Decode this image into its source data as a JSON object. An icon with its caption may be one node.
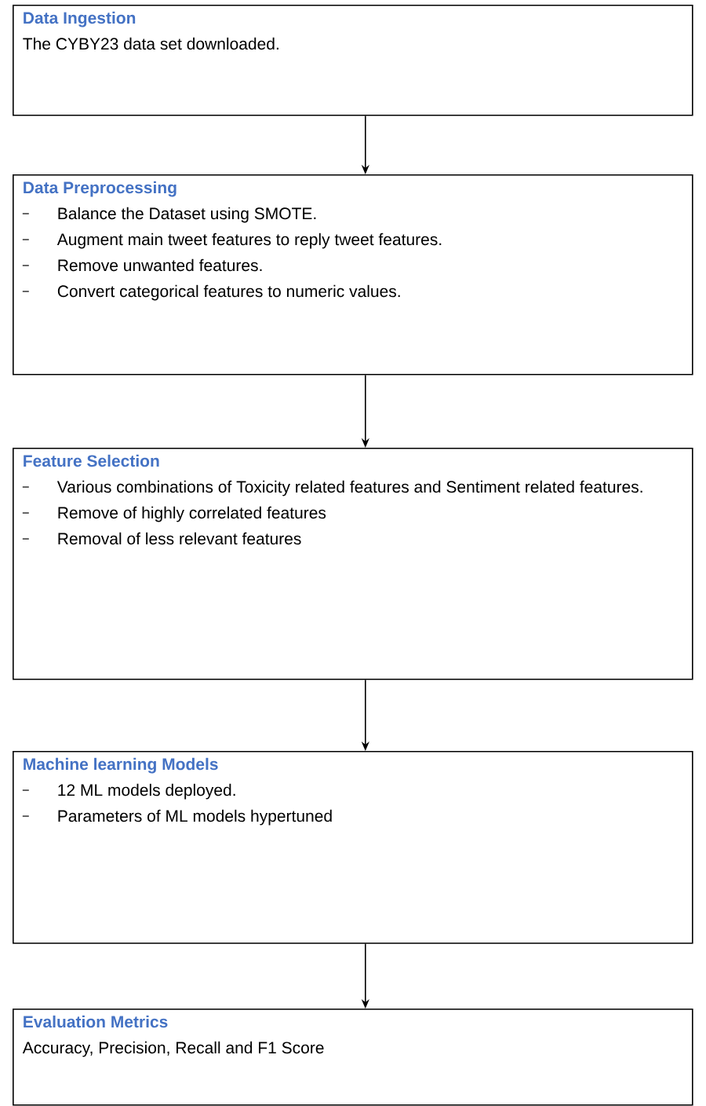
{
  "diagram": {
    "nodes": [
      {
        "text": [
          "Data Ingestion",
          "The CYBY23 data set downloaded."
        ]
      },
      {
        "text": [
          "Data Preprocessing",
          "Balance the Dataset using SMOTE.",
          "Augment main tweet features to reply tweet features.",
          "Remove unwanted features.",
          "Convert categorical features to numeric values."
        ]
      },
      {
        "text": [
          "Feature Selection",
          "Various combinations of Toxicity related features and Sentiment related features.",
          "Remove of highly correlated features",
          "Removal of less relevant features"
        ]
      },
      {
        "text": [
          "Machine learning Models",
          "12 ML models deployed.",
          "Parameters of ML models hypertuned"
        ]
      },
      {
        "text": [
          "Evaluation Metrics",
          "Accuracy, Precision, Recall and F1 Score"
        ]
      }
    ],
    "edges": [
      {
        "from": 0,
        "to": 1,
        "arrow": "to"
      },
      {
        "from": 1,
        "to": 2,
        "arrow": "to"
      },
      {
        "from": 2,
        "to": 3,
        "arrow": "to"
      },
      {
        "from": 3,
        "to": 4,
        "arrow": "to"
      }
    ]
  }
}
